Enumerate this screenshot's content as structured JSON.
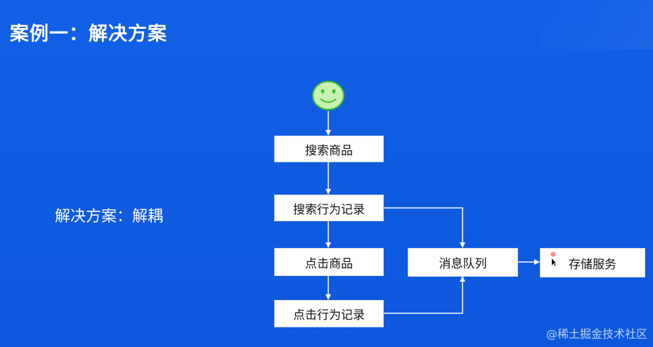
{
  "slide": {
    "title": "案例一：解决方案",
    "side_text": "解决方案：解耦"
  },
  "diagram": {
    "nodes": {
      "search_product": "搜索商品",
      "search_log": "搜索行为记录",
      "click_product": "点击商品",
      "click_log": "点击行为记录",
      "message_queue": "消息队列",
      "storage_service": "存储服务"
    },
    "user_icon": "smiley-face-icon"
  },
  "watermark": "@稀土掘金技术社区",
  "colors": {
    "background": "#1160e6",
    "box": "#ffffff",
    "face_fill": "#c8f0b0",
    "face_stroke": "#3cbf2a",
    "arrow": "#ffffff"
  }
}
